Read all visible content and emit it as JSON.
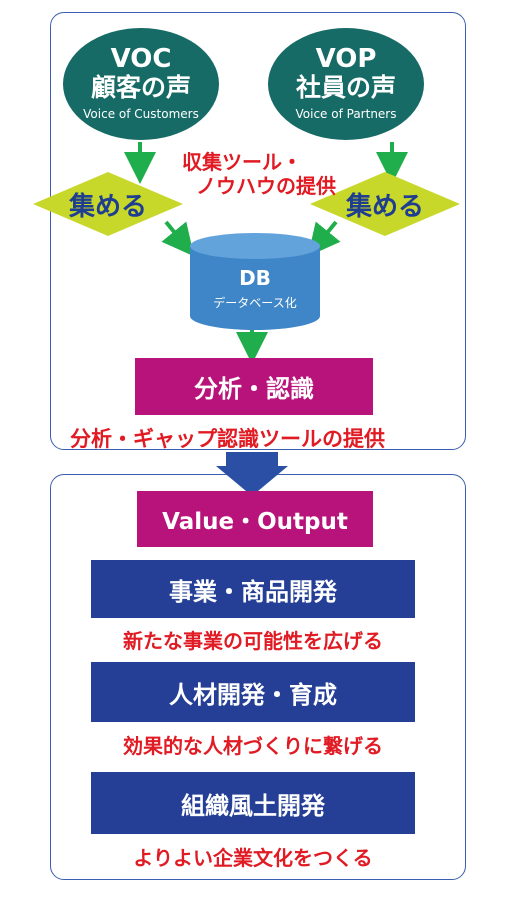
{
  "voc": {
    "acronym": "VOC",
    "japanese": "顧客の声",
    "english": "Voice of Customers"
  },
  "vop": {
    "acronym": "VOP",
    "japanese": "社員の声",
    "english": "Voice of Partners"
  },
  "collect": {
    "left_label": "集める",
    "right_label": "集める"
  },
  "tool_caption": {
    "line1": "収集ツール・",
    "line2": "ノウハウの提供"
  },
  "db": {
    "title": "DB",
    "subtitle": "データベース化"
  },
  "analysis": {
    "label": "分析・認識",
    "caption": "分析・ギャップ認識ツールの提供"
  },
  "output": {
    "label": "Value・Output",
    "items": [
      {
        "title": "事業・商品開発",
        "description": "新たな事業の可能性を広げる"
      },
      {
        "title": "人材開発・育成",
        "description": "効果的な人材づくりに繋げる"
      },
      {
        "title": "組織風土開発",
        "description": "よりよい企業文化をつくる"
      }
    ]
  },
  "colors": {
    "panel_border": "#3b5fae",
    "ellipse": "#176b66",
    "diamond": "#c7d82a",
    "diamond_text": "#1f3e8f",
    "arrow_green": "#1fae4b",
    "db": "#3f86c8",
    "magenta": "#b8137a",
    "navy": "#243f95",
    "red_text": "#e01b24",
    "big_arrow": "#2b4fa5"
  }
}
